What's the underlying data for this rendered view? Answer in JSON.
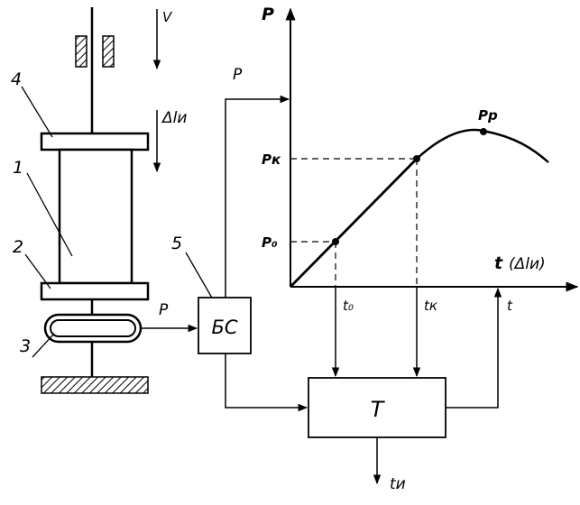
{
  "labels": {
    "v": "V",
    "delta_l": "Δlи",
    "num_4": "4",
    "num_1": "1",
    "num_2": "2",
    "num_3": "3",
    "num_5": "5",
    "p_signal": "P",
    "p_feed": "P",
    "bs_block": "БС",
    "t_block": "T",
    "t_output": "tи"
  },
  "graph": {
    "y_axis_label": "P",
    "x_axis_label_t": "t",
    "x_axis_label_dl": "(Δlи)",
    "p0": "P₀",
    "pk": "Pк",
    "pp": "Pp",
    "t0": "t₀",
    "tk": "tк",
    "t": "t"
  },
  "chart_data": {
    "type": "line",
    "series": [
      {
        "points": [
          [
            0,
            0
          ],
          [
            1,
            1
          ],
          [
            2,
            2
          ],
          [
            2.6,
            2.35
          ],
          [
            3.1,
            2.1
          ]
        ]
      }
    ],
    "annotations": [
      "P₀",
      "Pк",
      "Pp",
      "t₀",
      "tк",
      "t"
    ]
  }
}
